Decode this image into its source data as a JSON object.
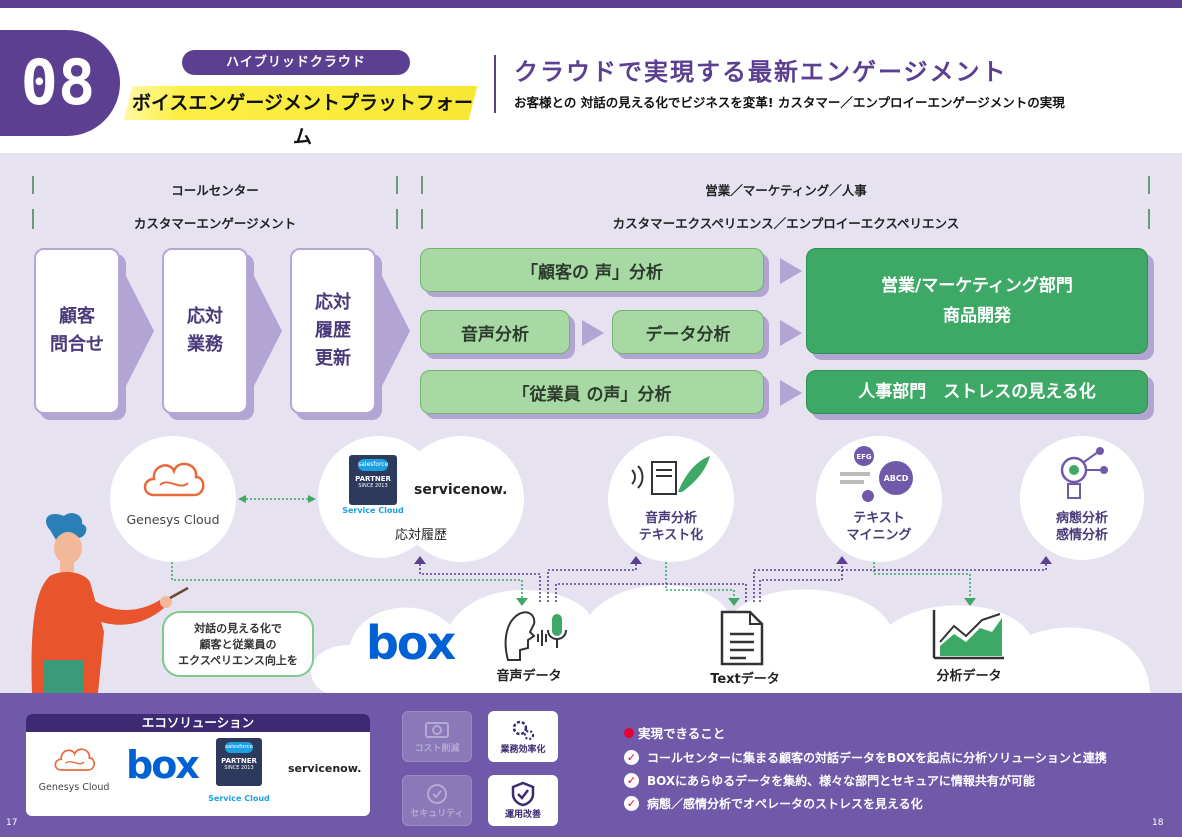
{
  "header": {
    "number": "08",
    "tag": "ハイブリッドクラウド",
    "product_name": "ボイスエンゲージメントプラットフォーム",
    "title": "クラウドで実現する最新エンゲージメント",
    "subtitle": "お客様との 対話の見える化でビジネスを変革! カスタマー／エンプロイーエンゲージメントの実現"
  },
  "brackets": {
    "left_top": "コールセンター",
    "left_bottom": "カスタマーエンゲージメント",
    "right_top": "営業／マーケティング／人事",
    "right_bottom": "カスタマーエクスペリエンス／エンプロイーエクスペリエンス"
  },
  "process": {
    "step1": [
      "顧客",
      "問合せ"
    ],
    "step2": [
      "応対",
      "業務"
    ],
    "step3": [
      "応対",
      "履歴",
      "更新"
    ]
  },
  "analysis": {
    "customer_voice": "「顧客の 声」分析",
    "voice_analysis": "音声分析",
    "data_analysis": "データ分析",
    "employee_voice": "「従業員 の声」分析",
    "sales_dept_1": "営業/マーケティング部門",
    "sales_dept_2": "商品開発",
    "hr_dept": "人事部門　ストレスの見える化"
  },
  "circles": {
    "genesys": "Genesys Cloud",
    "sf_logo_brand": "salesforce",
    "sf_logo_partner": "PARTNER",
    "sf_logo_since": "SINCE 2013",
    "sf_logo_label": "Service Cloud",
    "servicenow": "servicenow.",
    "history": "応対履歴",
    "voice_text_1": "音声分析",
    "voice_text_2": "テキスト化",
    "text_mining_1": "テキスト",
    "text_mining_2": "マイニング",
    "text_mining_icon_1": "EFG",
    "text_mining_icon_2": "ABCD",
    "disease_1": "病態分析",
    "disease_2": "感情分析"
  },
  "cloud_area": {
    "speech": [
      "対話の見える化で",
      "顧客と従業員の",
      "エクスペリエンス向上を"
    ],
    "box": "box",
    "voice_data": "音声データ",
    "text_data": "Textデータ",
    "analysis_data": "分析データ"
  },
  "eco": {
    "heading": "エコソリューション",
    "genesys": "Genesys Cloud",
    "box": "box",
    "sf_brand": "salesforce",
    "sf_partner": "PARTNER",
    "sf_since": "SINCE 2013",
    "sf_label": "Service Cloud",
    "servicenow": "servicenow."
  },
  "badges": {
    "cost": "コスト削減",
    "efficiency": "業務効率化",
    "security": "セキュリティ",
    "operation": "運用改善"
  },
  "benefits": {
    "heading": "実現できること",
    "items": [
      "コールセンターに集まる顧客の対話データをBOXを起点に分析ソリューションと連携",
      "BOXにあらゆるデータを集約、様々な部門とセキュアに情報共有が可能",
      "病態／感情分析でオペレータのストレスを見える化"
    ]
  },
  "pages": {
    "left": "17",
    "right": "18"
  },
  "colors": {
    "purple": "#5b3f91",
    "light_green": "#a8d8a3",
    "dark_green": "#3ea866",
    "bg": "#e6e2f0",
    "yellow": "#f7e836"
  }
}
